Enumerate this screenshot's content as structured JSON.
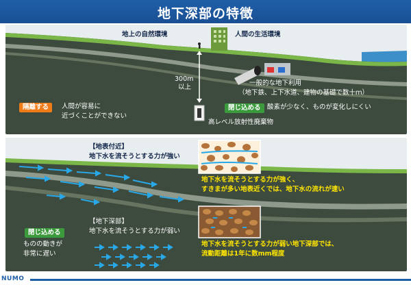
{
  "title": "地下深部の特徴",
  "top_panel": {
    "surface_left": "地上の自然環境",
    "surface_right": "人間の生活環境",
    "depth_line1": "300m",
    "depth_line2": "以上",
    "usage_line1": "一般的な地下利用",
    "usage_line2": "（地下鉄、上下水道、建物の基礎で数十ｍ）",
    "isolate_tag": "隔離する",
    "isolate_line1": "人間が容易に",
    "isolate_line2": "近づくことができない",
    "confine_tag": "閉じ込める",
    "confine_text": "酸素が少なく、ものが変化しにくい",
    "waste_label": "高レベル放射性廃棄物"
  },
  "bottom_panel": {
    "near_surface_heading": "【地表付近】",
    "near_surface_text": "地下水を流そうとする力が強い",
    "near_surface_yellow1": "地下水を流そうとする力が強く、",
    "near_surface_yellow2": "すきまが多い地表近くでは、地下水の流れが速い",
    "deep_heading": "【地下深部】",
    "deep_text": "地下水を流そうとする力が弱い",
    "confine_tag": "閉じ込める",
    "movement_line1": "ものの動きが",
    "movement_line2": "非常に遅い",
    "deep_yellow1": "地下水を流そうとする力が弱い地下深部では、",
    "deep_yellow2": "流動距離は1年に数mm程度"
  },
  "logo": "NUMO",
  "colors": {
    "header": "#1f5fa8",
    "sky": "#e8edf0",
    "ground": "#3d4a3e",
    "flow_arrow": "#29a8e8",
    "isolate": "#f07c19",
    "confine": "#3a9a3c",
    "highlight_text": "#ffe600"
  }
}
